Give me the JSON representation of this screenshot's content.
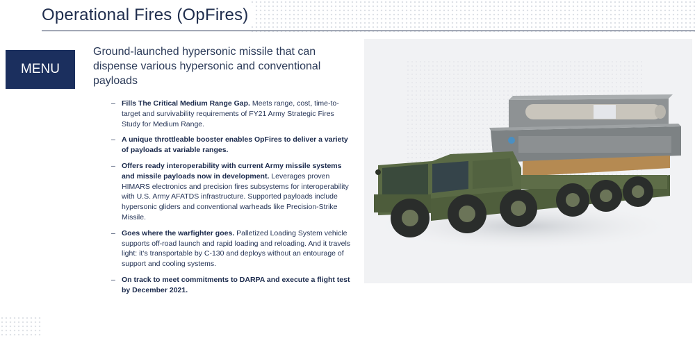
{
  "header": {
    "title": "Operational Fires (OpFires)"
  },
  "menu": {
    "label": "MENU"
  },
  "intro": {
    "text": "Ground-launched hypersonic missile that can dispense various hypersonic and conventional payloads"
  },
  "bullets": [
    {
      "bold": "Fills The Critical Medium Range Gap.",
      "text": " Meets range, cost, time-to-target and survivability requirements of FY21 Army Strategic Fires Study for Medium Range."
    },
    {
      "bold": "A unique throttleable booster enables OpFires to deliver a variety of payloads at variable ranges.",
      "text": ""
    },
    {
      "bold": "Offers ready interoperability with current Army missile systems and missile payloads now in development.",
      "text": " Leverages proven HIMARS electronics and precision fires subsystems for interoperability with U.S. Army AFATDS infrastructure. Supported payloads include hypersonic gliders and conventional warheads like Precision-Strike Missile."
    },
    {
      "bold": "Goes where the warfighter goes.",
      "text": " Palletized Loading System vehicle supports off-road launch and rapid loading and reloading. And it travels light: it’s transportable by C-130 and deploys without an entourage of support and cooling systems."
    },
    {
      "bold": "On track to meet commitments to DARPA and execute a flight test by December 2021.",
      "text": ""
    }
  ],
  "colors": {
    "navy": "#1b2f5e",
    "title": "#1f2d4d",
    "truck_green": "#5a6a45",
    "panel_bg": "#f1f2f4"
  },
  "icons": {
    "bullet_marker": "en-dash"
  }
}
